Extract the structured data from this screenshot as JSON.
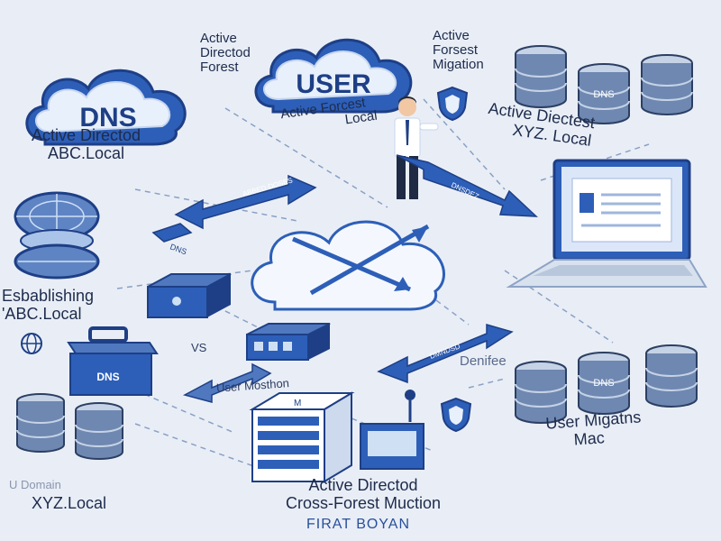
{
  "clouds": {
    "dns": {
      "label": "DNS"
    },
    "user": {
      "label": "USER"
    }
  },
  "labels": {
    "active_directory_forest": [
      "Active",
      "Directod",
      "Forest"
    ],
    "active_forest_migration": [
      "Active",
      "Forsest",
      "Migation"
    ],
    "active_directed_abc": [
      "Active Directod",
      "ABC.Local"
    ],
    "active_forest_local": [
      "Active Forcest",
      "Local"
    ],
    "active_directest_xyz": [
      "Active Diectest",
      "XYZ. Local"
    ],
    "establishing": [
      "Esbablishing",
      "'ABC.Local"
    ],
    "user_mustion": "User Mosthon",
    "user_migations": [
      "User Migatns",
      "Mac"
    ],
    "denifes": "Denifee",
    "u_domain": "U Domain",
    "xyz_local": "XYZ.Local",
    "footer_title": [
      "Active Directod",
      "Cross-Forest Muction"
    ],
    "author": "FIRAT BOYAN"
  },
  "arrows": {
    "left_upper": "ABBED DOSES",
    "right_upper": "DNSDEZ",
    "middle_right": "DMNDSD",
    "lower_left": "DNS"
  },
  "device_text": {
    "dns_tag_upper": "DNS",
    "dns_tag_lower": "DNS",
    "toolbox": "DNS",
    "small_box": "VS",
    "server_unit": "M"
  },
  "colors": {
    "primary": "#2d5fb8",
    "dark_blue": "#1e3f86",
    "light_blue": "#cfe0f5",
    "background": "#e9eef6"
  }
}
